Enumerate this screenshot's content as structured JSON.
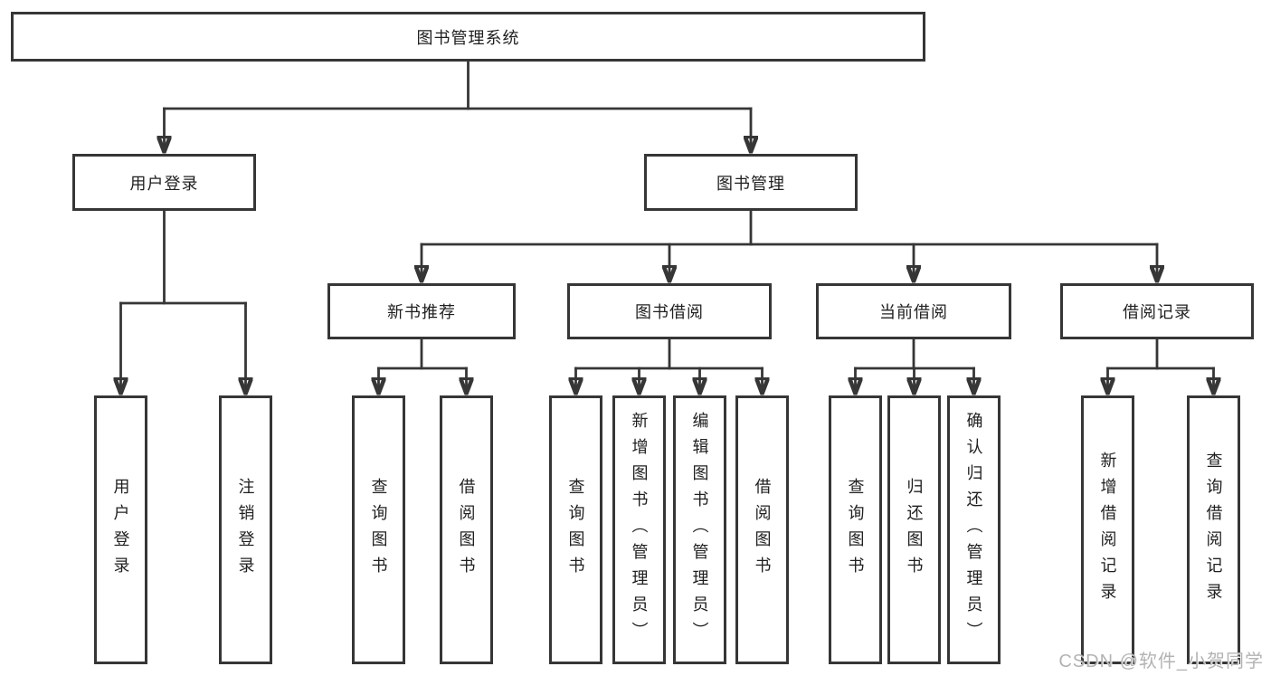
{
  "diagram": {
    "title": "图书管理系统",
    "branches": [
      {
        "label": "用户登录",
        "children": [
          {
            "label": "用户登录"
          },
          {
            "label": "注销登录"
          }
        ]
      },
      {
        "label": "图书管理",
        "children": [
          {
            "label": "新书推荐",
            "children": [
              {
                "label": "查询图书"
              },
              {
                "label": "借阅图书"
              }
            ]
          },
          {
            "label": "图书借阅",
            "children": [
              {
                "label": "查询图书"
              },
              {
                "label": "新增图书（管理员）"
              },
              {
                "label": "编辑图书（管理员）"
              },
              {
                "label": "借阅图书"
              }
            ]
          },
          {
            "label": "当前借阅",
            "children": [
              {
                "label": "查询图书"
              },
              {
                "label": "归还图书"
              },
              {
                "label": "确认归还（管理员）"
              }
            ]
          },
          {
            "label": "借阅记录",
            "children": [
              {
                "label": "新增借阅记录"
              },
              {
                "label": "查询借阅记录"
              }
            ]
          }
        ]
      }
    ]
  },
  "watermark": {
    "text": "CSDN @软件_小贺同学"
  },
  "colors": {
    "background": "#ffffff",
    "box_border": "#363636",
    "line": "#363636",
    "text": "#1f1f1f",
    "watermark": "#b3b3b3"
  }
}
